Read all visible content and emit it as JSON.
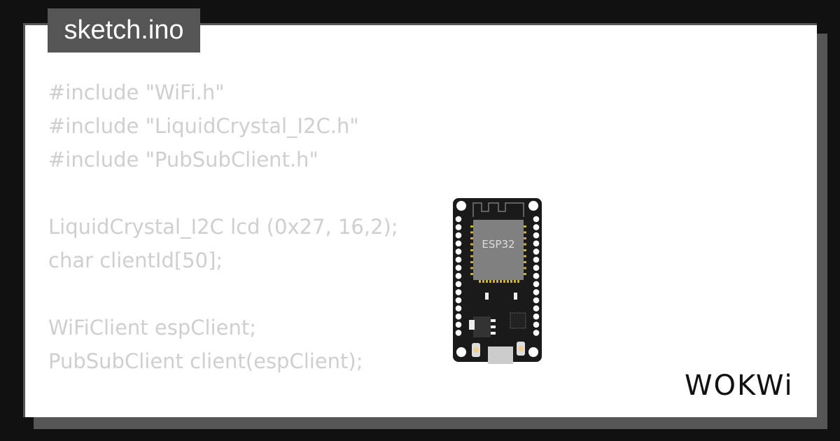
{
  "tab": {
    "title": "sketch.ino"
  },
  "code_lines": [
    "#include \"WiFi.h\"",
    "#include \"LiquidCrystal_I2C.h\"",
    "#include \"PubSubClient.h\"",
    "",
    "LiquidCrystal_I2C lcd (0x27, 16,2);",
    "char clientId[50];",
    "",
    "WiFiClient espClient;",
    "PubSubClient client(espClient);"
  ],
  "board": {
    "chip_label": "ESP32"
  },
  "logo": {
    "text": "WOKWi"
  },
  "colors": {
    "background": "#111111",
    "frame": "#555555",
    "code_text": "#cfcfcf",
    "board": "#1a1a1a",
    "chip": "#808080",
    "pins": "#c8b040"
  }
}
